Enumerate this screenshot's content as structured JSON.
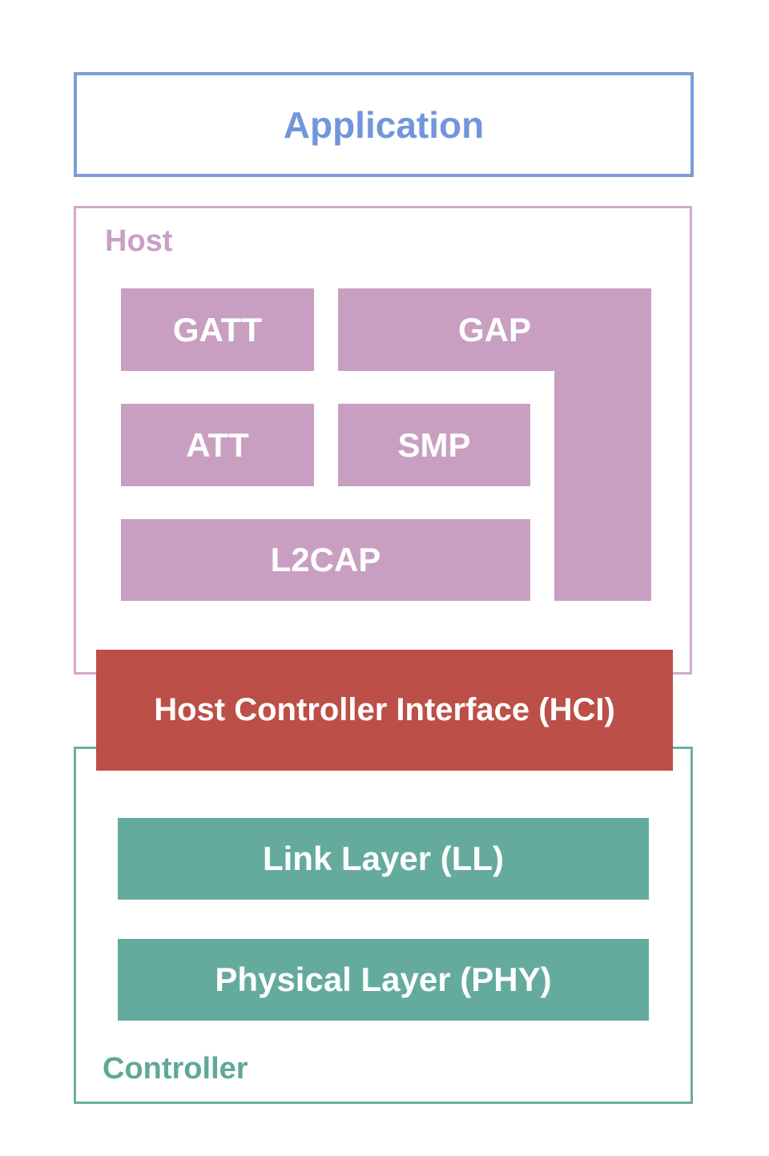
{
  "palette": {
    "app_border": "#7D9CD9",
    "app_text": "#7296DB",
    "host_border": "#D5A8C8",
    "host_text": "#C9A0C4",
    "module_fill": "#C99FC1",
    "module_text": "#FFFFFF",
    "hci_fill": "#BC4F48",
    "hci_text": "#FFFFFF",
    "controller_border": "#6CAEA0",
    "controller_text": "#5FA897",
    "layer_fill": "#65AB9D",
    "layer_text": "#FFFFFF"
  },
  "diagram": {
    "application": {
      "label": "Application"
    },
    "host": {
      "label": "Host",
      "modules": {
        "gatt": "GATT",
        "gap": "GAP",
        "att": "ATT",
        "smp": "SMP",
        "l2cap": "L2CAP"
      }
    },
    "hci": {
      "label": "Host Controller Interface (HCI)"
    },
    "controller": {
      "label": "Controller",
      "layers": {
        "ll": "Link Layer (LL)",
        "phy": "Physical Layer (PHY)"
      }
    }
  }
}
